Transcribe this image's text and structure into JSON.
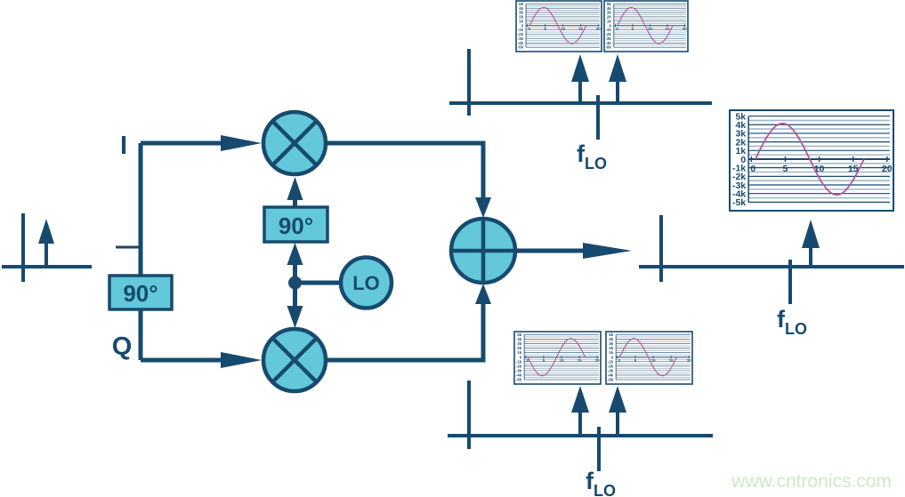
{
  "labels": {
    "i": "I",
    "q": "Q",
    "input_phase_shifter": "90°",
    "lo_phase_shifter": "90°",
    "lo": "LO",
    "f_lo": {
      "base": "f",
      "sub": "LO"
    }
  },
  "watermark": "www.cntronics.com",
  "colors": {
    "line": "#174A6E",
    "node_fill": "#62C8DA",
    "curve": "#B1569D",
    "grid_minor": "#A4B6C4",
    "watermark": "#CDE9C3"
  },
  "chart_data": [
    {
      "id": "inset-top-1",
      "type": "line",
      "xlim": [
        0,
        20
      ],
      "xticks": [
        0,
        5,
        10,
        15,
        20
      ],
      "ylim": [
        -5000,
        5000
      ],
      "ytick_labels": [
        "5k",
        "4k",
        "3k",
        "2k",
        "1k",
        "0",
        "-1k",
        "-2k",
        "-3k",
        "-4k",
        "-5k"
      ],
      "series": [
        {
          "name": "sine",
          "color": "#B1569D",
          "amplitude": 4150,
          "period": 16,
          "x_start": 0.6,
          "sign": 1
        }
      ]
    },
    {
      "id": "inset-top-2",
      "type": "line",
      "xlim": [
        0,
        20
      ],
      "xticks": [
        0,
        5,
        10,
        15,
        20
      ],
      "ylim": [
        -5000,
        5000
      ],
      "ytick_labels": [
        "5k",
        "4k",
        "3k",
        "2k",
        "1k",
        "0",
        "-1k",
        "-2k",
        "-3k",
        "-4k",
        "-5k"
      ],
      "series": [
        {
          "name": "sine",
          "color": "#B1569D",
          "amplitude": 4150,
          "period": 16,
          "x_start": 0.6,
          "sign": 1
        }
      ]
    },
    {
      "id": "inset-bottom-1",
      "type": "line",
      "xlim": [
        0,
        20
      ],
      "xticks": [
        0,
        5,
        10,
        15,
        20
      ],
      "ylim": [
        -5000,
        5000
      ],
      "ytick_labels": [
        "5k",
        "4k",
        "3k",
        "2k",
        "1k",
        "0",
        "-1k",
        "-2k",
        "-3k",
        "-4k",
        "-5k"
      ],
      "series": [
        {
          "name": "inverted sine",
          "color": "#B1569D",
          "amplitude": 4150,
          "period": 16,
          "x_start": 0.6,
          "sign": -1
        }
      ]
    },
    {
      "id": "inset-bottom-2",
      "type": "line",
      "xlim": [
        0,
        20
      ],
      "xticks": [
        0,
        5,
        10,
        15,
        20
      ],
      "ylim": [
        -5000,
        5000
      ],
      "ytick_labels": [
        "5k",
        "4k",
        "3k",
        "2k",
        "1k",
        "0",
        "-1k",
        "-2k",
        "-3k",
        "-4k",
        "-5k"
      ],
      "series": [
        {
          "name": "sine",
          "color": "#B1569D",
          "amplitude": 4150,
          "period": 16,
          "x_start": 0.6,
          "sign": 1
        }
      ]
    },
    {
      "id": "output-large",
      "type": "line",
      "xlim": [
        0,
        20
      ],
      "xticks": [
        0,
        5,
        10,
        15,
        20
      ],
      "ylim": [
        -5000,
        5000
      ],
      "ytick_labels": [
        "5k",
        "4k",
        "3k",
        "2k",
        "1k",
        "0",
        "-1k",
        "-2k",
        "-3k",
        "-4k",
        "-5k"
      ],
      "series": [
        {
          "name": "sine",
          "color": "#B1569D",
          "amplitude": 4150,
          "period": 16,
          "x_start": 0.6,
          "sign": 1
        }
      ]
    }
  ]
}
